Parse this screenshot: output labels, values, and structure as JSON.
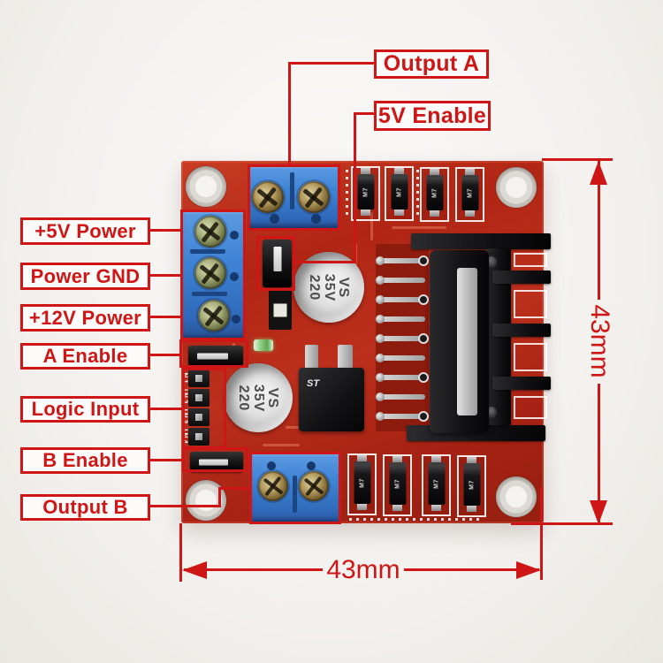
{
  "callouts": {
    "output_a": "Output A",
    "five_v_enable": "5V Enable",
    "plus_5v_power": "+5V Power",
    "power_gnd": "Power GND",
    "plus_12v_power": "+12V Power",
    "a_enable": "A Enable",
    "logic_input": "Logic Input",
    "b_enable": "B Enable",
    "output_b": "Output B"
  },
  "dimensions": {
    "board_width": "43mm",
    "board_height": "43mm"
  },
  "board": {
    "capacitor": {
      "line1": "220",
      "line2": "35V",
      "line3": "VS"
    },
    "diode_label": "M7",
    "header_silkscreen": "IN1 IN2 IN3 IN4",
    "regulator_label": "ST"
  },
  "colors": {
    "annotation_red": "#cf1616",
    "pcb_red": "#b3281a",
    "terminal_blue": "#3e86d7",
    "background": "#f4f2ef"
  }
}
